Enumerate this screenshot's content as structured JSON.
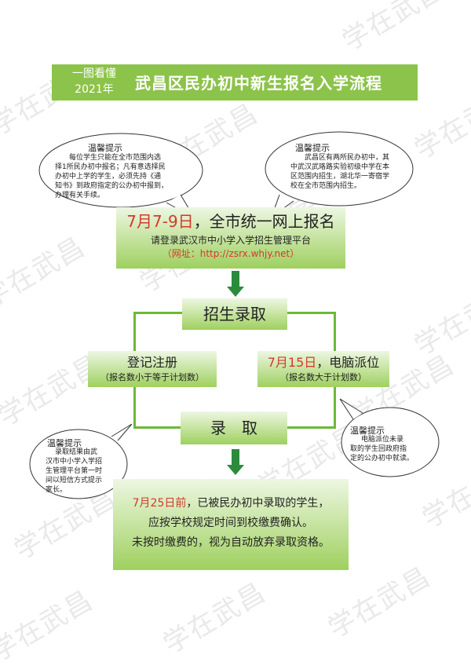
{
  "watermark": "学在武昌",
  "header": {
    "left_line1": "一图看懂",
    "left_line2": "2021年",
    "title": "武昌区民办初中新生报名入学流程"
  },
  "tip_left": {
    "title": "温馨提示",
    "lines": [
      "每位学生只能在全市范围内选",
      "择1所民办初中报名；凡有意选择民",
      "办初中上学的学生，必须先持《通",
      "知书》到政府指定的公办初中报到，",
      "办理有关手续。"
    ]
  },
  "tip_right": {
    "title": "温馨提示",
    "lines": [
      "武昌区有两所民办初中，其",
      "中武汉武珞路实验初级中学在本",
      "区范围内招生，湖北华一寄宿学",
      "校在全市范围内招生。"
    ]
  },
  "step1": {
    "date": "7月7-9日",
    "title_rest": "，全市统一网上报名",
    "subtitle": "请登录武汉市中小学入学招生管理平台",
    "url": "（网址：http://zsrx.whjy.net）"
  },
  "step2": {
    "label": "招生录取"
  },
  "branch_left": {
    "title": "登记注册",
    "note": "（报名数小于等于计划数）"
  },
  "branch_right": {
    "date": "7月15日",
    "title_rest": "，电脑派位",
    "note": "（报名数大于计划数）"
  },
  "step3": {
    "label": "录　取"
  },
  "tip_bottom_left": {
    "title": "温馨提示",
    "lines": [
      "录取结果由武",
      "汉市中小学入学招",
      "生管理平台第一时",
      "间以短信方式提示",
      "家长。"
    ]
  },
  "tip_bottom_right": {
    "title": "温馨提示",
    "lines": [
      "电脑派位未录",
      "取的学生回政府指",
      "定的公办初中就读。"
    ]
  },
  "step4": {
    "date": "7月25日前",
    "line1_rest": "，已被民办初中录取的学生，",
    "line2": "应按学校规定时间到校缴费确认。",
    "line3": "未按时缴费的，视为自动放弃录取资格。"
  },
  "colors": {
    "header": "#8cc34a",
    "arrow": "#2b8b3a",
    "accent": "#d23a2a"
  }
}
